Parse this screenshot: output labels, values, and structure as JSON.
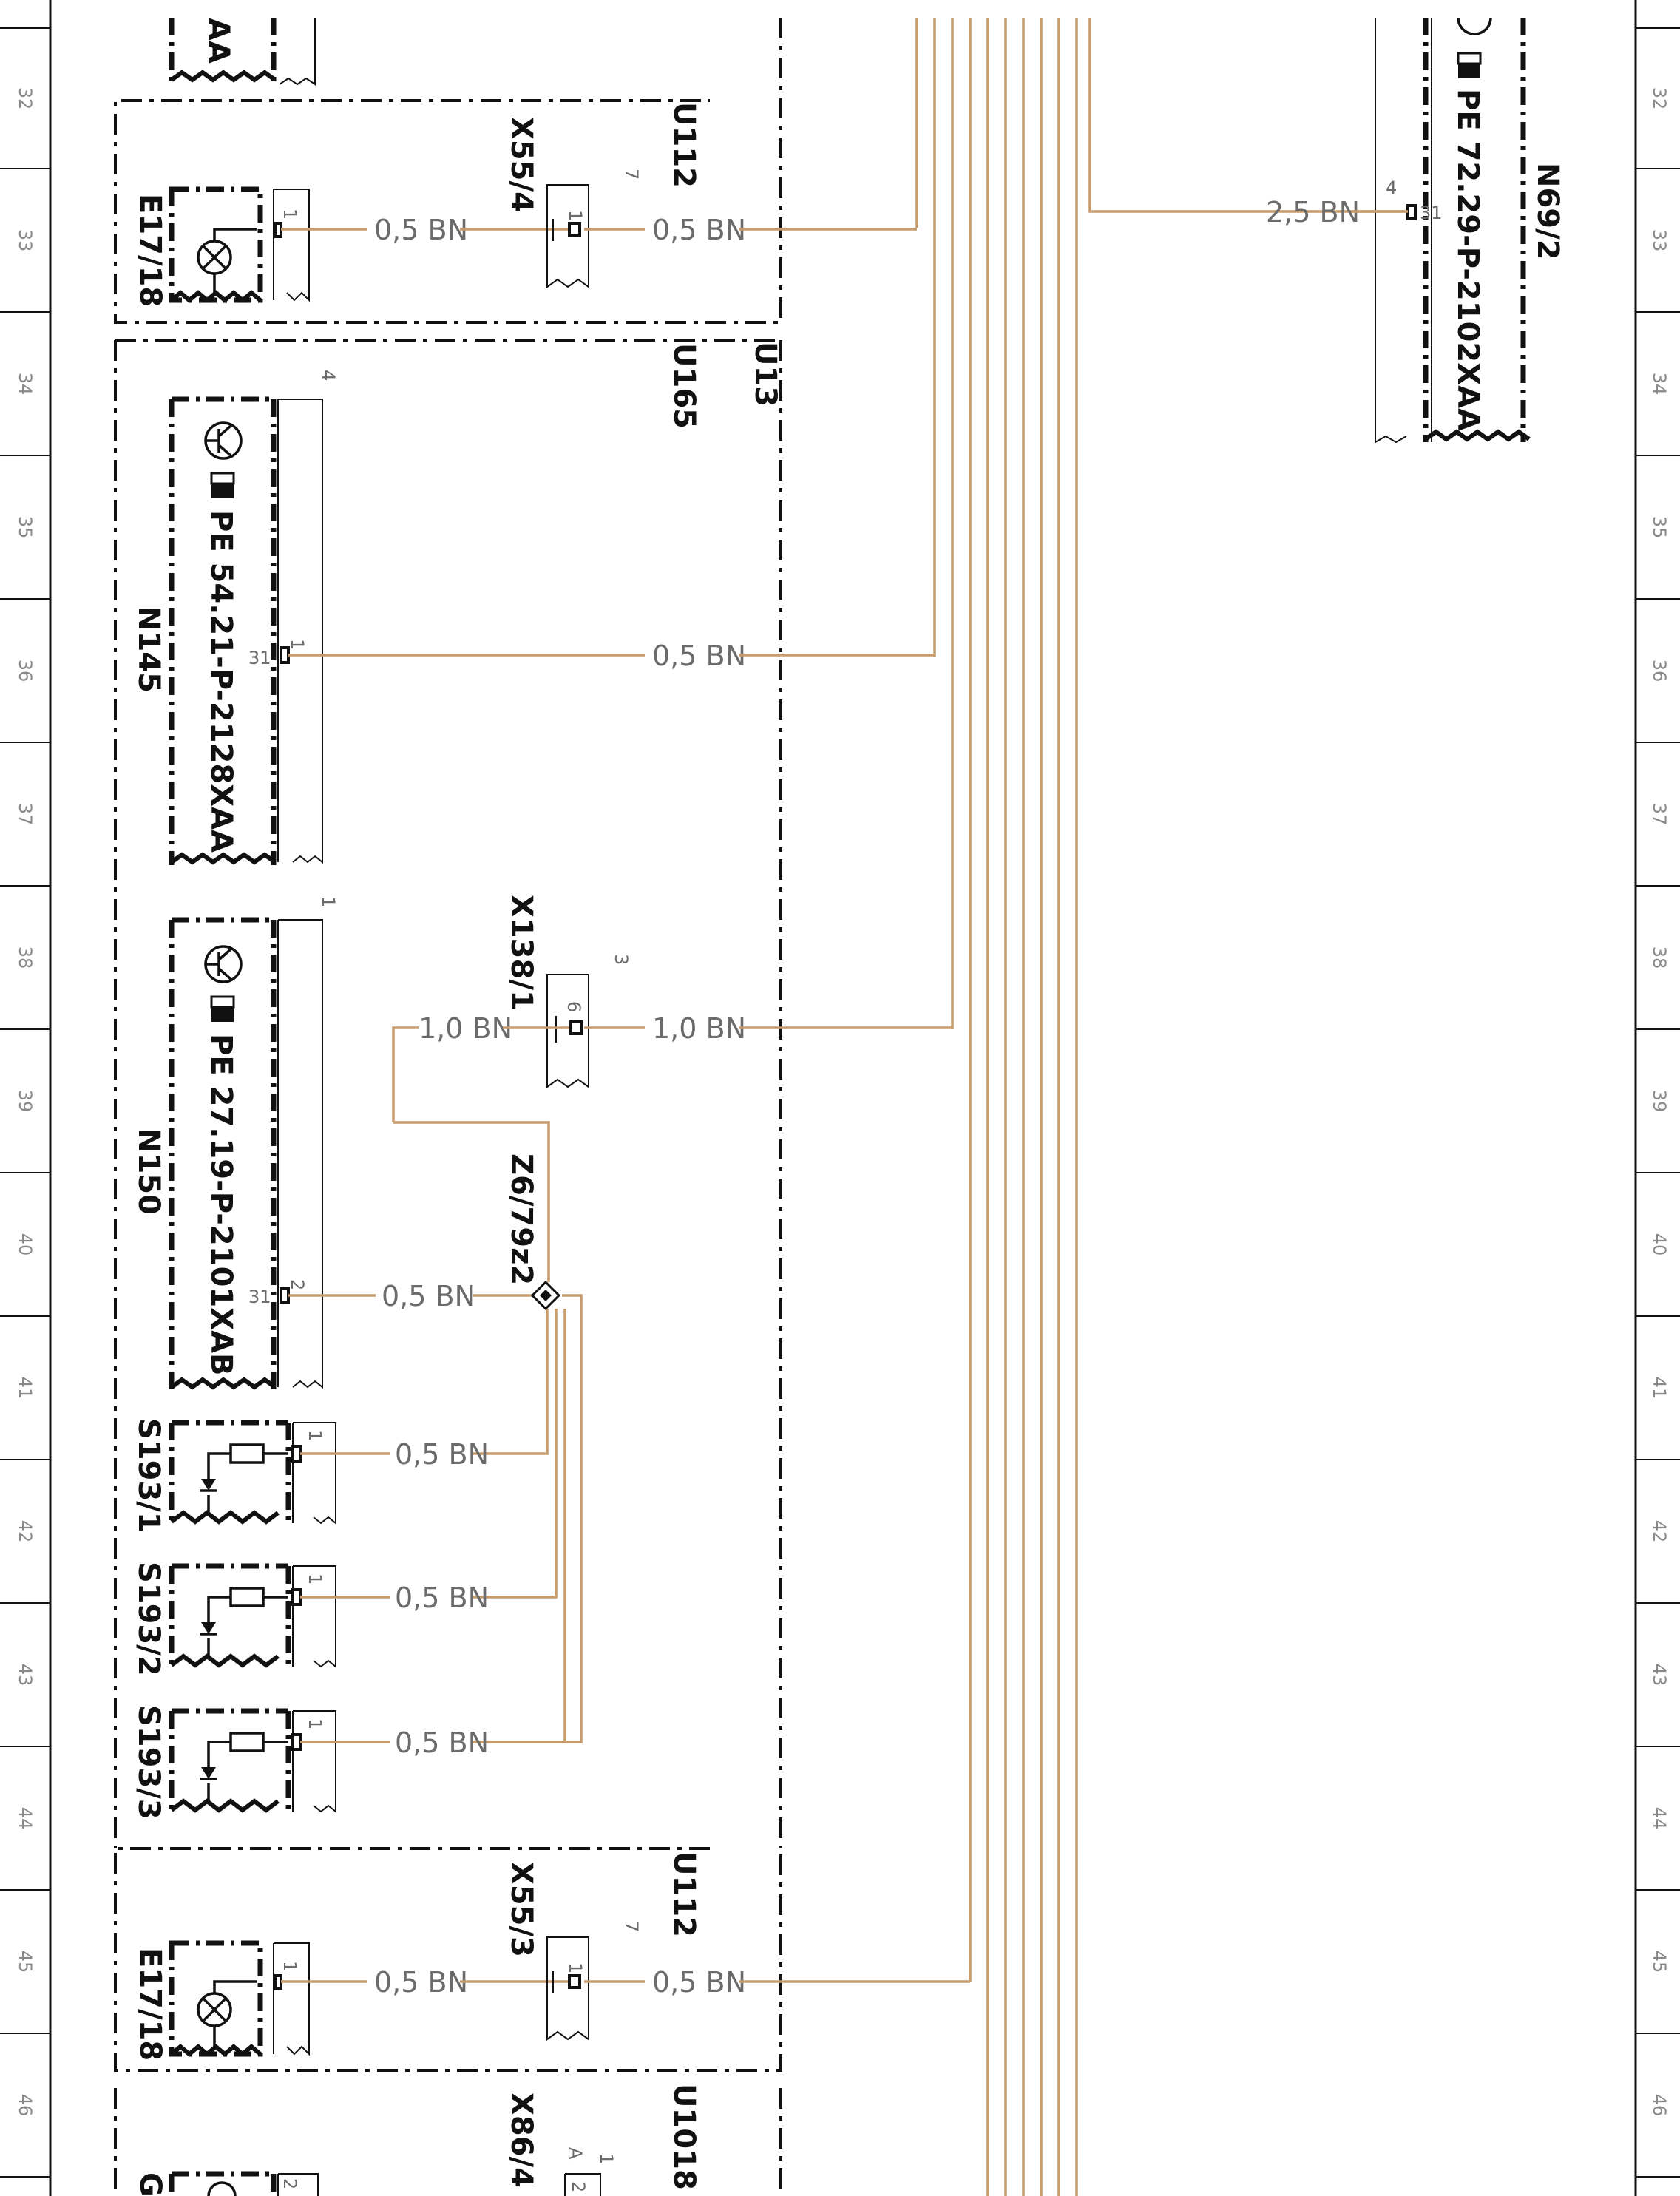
{
  "zones": [
    "32",
    "33",
    "34",
    "35",
    "36",
    "37",
    "38",
    "39",
    "40",
    "41",
    "42",
    "43",
    "44",
    "45",
    "46"
  ],
  "modules": {
    "u112_top": "U112",
    "u13": "U13",
    "u165": "U165",
    "u112_bottom": "U112",
    "u1018": "U1018"
  },
  "components": {
    "e17_18_top": "E17/18",
    "x55_4": "X55/4",
    "n69_2": "N69/2",
    "n69_2_doc": "PE 72.29-P-2102XAA",
    "n145": "N145",
    "n145_doc": "PE 54.21-P-2128XAA",
    "x138_1": "X138/1",
    "n150": "N150",
    "n150_doc": "PE 27.19-P-2101XAB",
    "z6_79z2": "Z6/79z2",
    "s193_1": "S193/1",
    "s193_2": "S193/2",
    "s193_3": "S193/3",
    "e17_18_bottom": "E17/18",
    "x55_3": "X55/3",
    "x86_4": "X86/4",
    "g_partial": "G"
  },
  "wires": {
    "e17_top_a": "0,5 BN",
    "e17_top_b": "0,5 BN",
    "n69": "2,5 BN",
    "n145": "0,5 BN",
    "x138_a": "1,0 BN",
    "x138_b": "1,0 BN",
    "n150": "0,5 BN",
    "s193_1": "0,5 BN",
    "s193_2": "0,5 BN",
    "s193_3": "0,5 BN",
    "e17_bot_a": "0,5 BN",
    "e17_bot_b": "0,5 BN"
  },
  "pins": {
    "e17_top": "1",
    "x55_4_outer": "7",
    "x55_4_inner": "1",
    "n69_outer": "4",
    "n69_inner": "31",
    "n145_outer": "4",
    "n145_inner": "1",
    "n145_ground": "31",
    "n150_outer": "1",
    "n150_inner": "2",
    "n150_ground": "31",
    "x138_outer": "3",
    "x138_inner": "6",
    "s193_1": "1",
    "s193_2": "1",
    "s193_3": "1",
    "e17_bot": "1",
    "x55_3_outer": "7",
    "x55_3_inner": "1",
    "x86_outer": "1",
    "x86_a": "A",
    "x86_inner": "2",
    "g_pin": "2"
  },
  "colors": {
    "wire": "#c69c6d",
    "line": "#111111",
    "wire_label": "#6b6b6b"
  },
  "icons": [
    "lamp-icon",
    "transistor-icon",
    "hand-pointer-icon",
    "led-icon",
    "resistor-icon",
    "splice-icon"
  ]
}
